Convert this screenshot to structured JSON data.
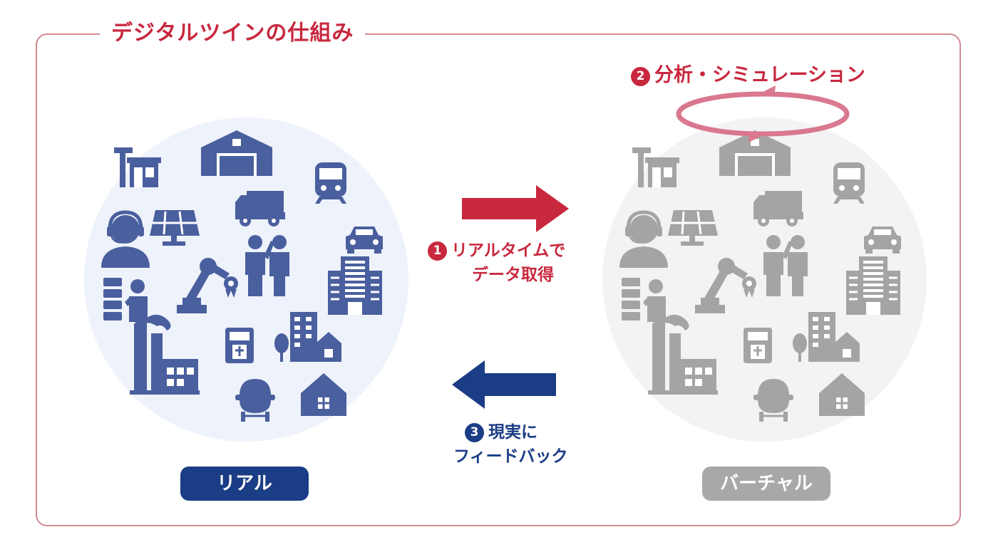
{
  "title": "デジタルツインの仕組み",
  "steps": {
    "step1": {
      "num": "1",
      "line1": "リアルタイムで",
      "line2": "データ取得"
    },
    "step2": {
      "num": "2",
      "label": "分析・シミュレーション"
    },
    "step3": {
      "num": "3",
      "line1": "現実に",
      "line2": "フィードバック"
    }
  },
  "labels": {
    "real": "リアル",
    "virtual": "バーチャル"
  },
  "colors": {
    "accent_red": "#c8283e",
    "accent_blue": "#1b3d85",
    "icon_real": "#4a5f9e",
    "icon_virtual": "#a4a4a4",
    "loop_pink": "#d9788f"
  },
  "icons": [
    "shop-icon",
    "warehouse-icon",
    "train-icon",
    "truck-icon",
    "operator-icon",
    "solar-panel-icon",
    "car-icon",
    "people-icon",
    "server-worker-icon",
    "robot-arm-icon",
    "office-building-icon",
    "factory-icon",
    "meter-icon",
    "apartment-icon",
    "house-icon",
    "tank-icon"
  ]
}
